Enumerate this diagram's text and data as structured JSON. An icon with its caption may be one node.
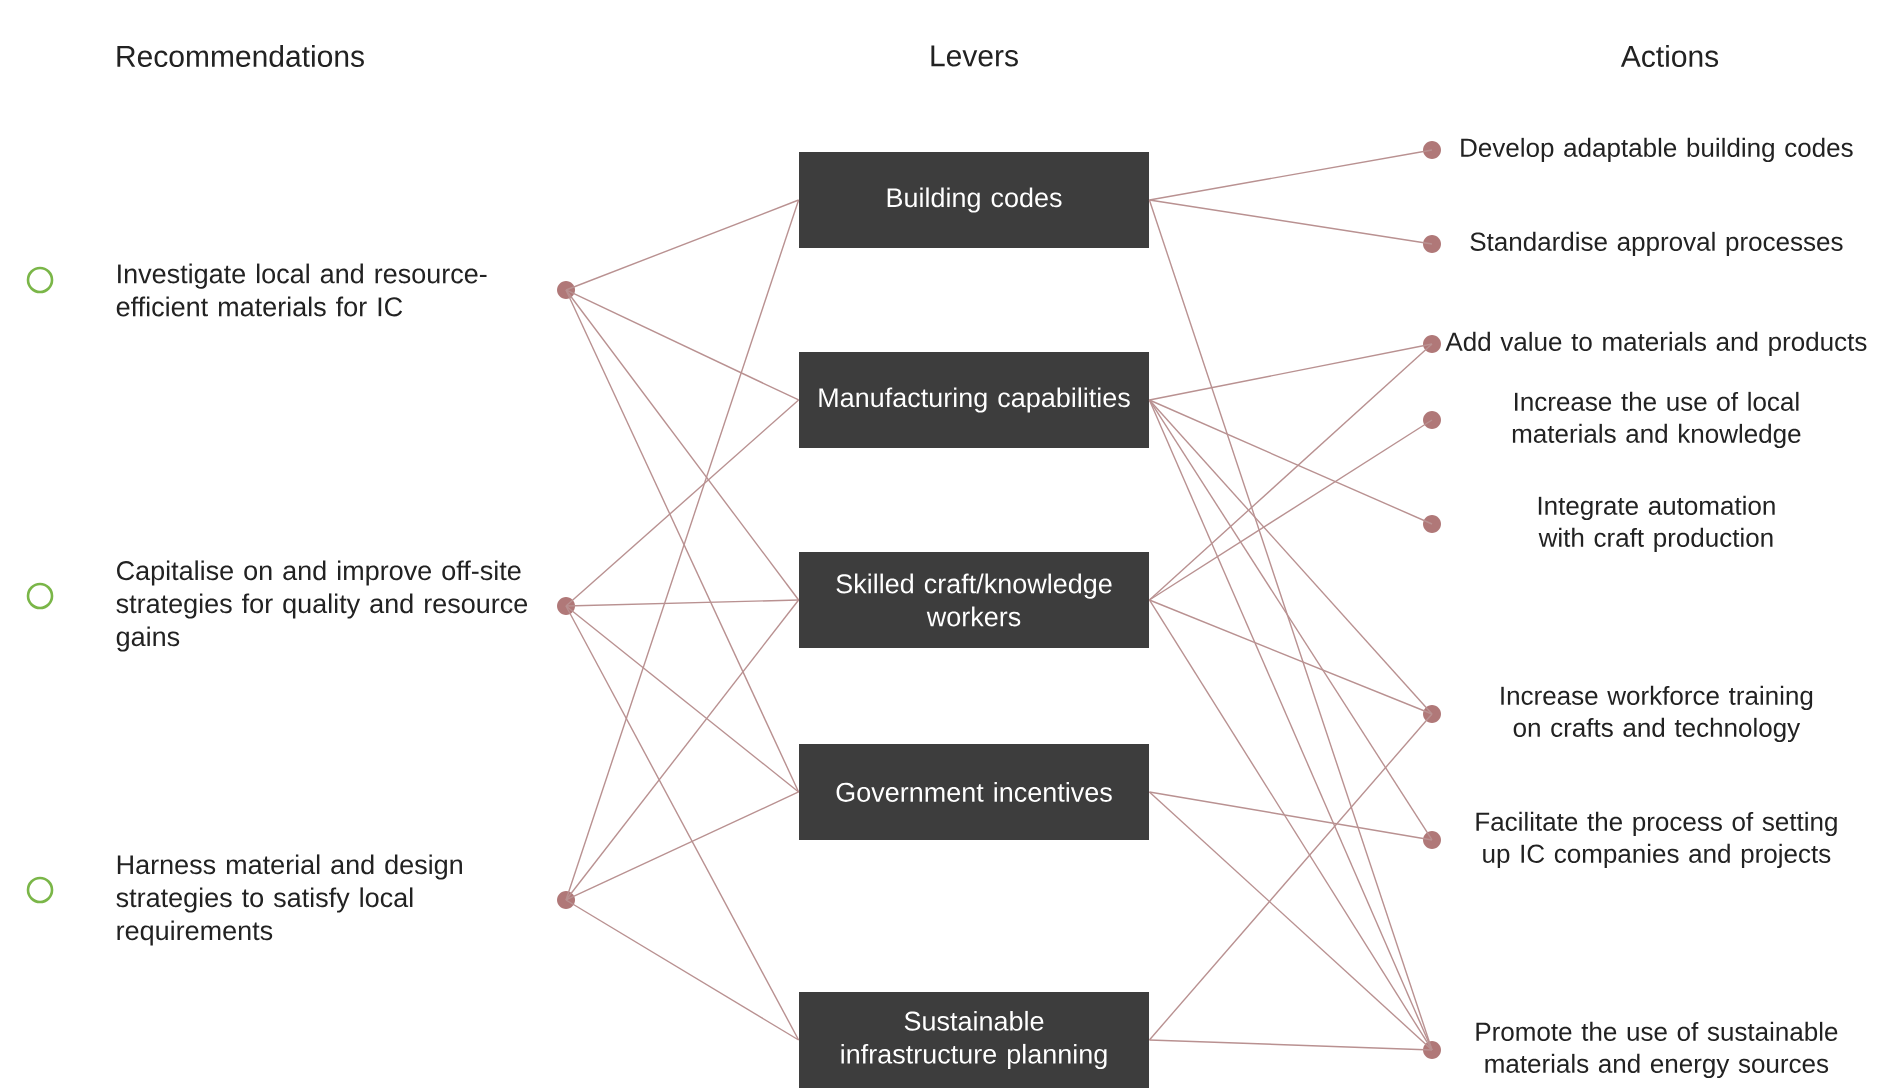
{
  "diagram": {
    "nodes": [
      {
        "text": [
          "Investigate local and resource-efficient materials for IC"
        ]
      },
      {
        "text": [
          "Capitalise on and improve off-site strategies for quality and resource gains"
        ]
      },
      {
        "text": [
          "Harness material and design strategies to satisfy local requirements"
        ]
      },
      {
        "text": [
          "Building codes"
        ]
      },
      {
        "text": [
          "Manufacturing capabilities"
        ]
      },
      {
        "text": [
          "Skilled craft/knowledge workers"
        ]
      },
      {
        "text": [
          "Government incentives"
        ]
      },
      {
        "text": [
          "Sustainable infrastructure planning"
        ]
      },
      {
        "text": [
          "Develop adaptable building codes"
        ]
      },
      {
        "text": [
          "Standardise approval processes"
        ]
      },
      {
        "text": [
          "Add value to materials and products"
        ]
      },
      {
        "text": [
          "Increase the use of local materials and knowledge"
        ]
      },
      {
        "text": [
          "Integrate automation with craft production"
        ]
      },
      {
        "text": [
          "Increase workforce training on crafts and technology"
        ]
      },
      {
        "text": [
          "Facilitate the process of setting up IC companies and projects"
        ]
      },
      {
        "text": [
          "Promote the use of sustainable materials and energy sources"
        ]
      }
    ],
    "edges": [
      {
        "from": 0,
        "to": 3,
        "arrow": "none"
      },
      {
        "from": 0,
        "to": 4,
        "arrow": "none"
      },
      {
        "from": 0,
        "to": 5,
        "arrow": "none"
      },
      {
        "from": 0,
        "to": 6,
        "arrow": "none"
      },
      {
        "from": 1,
        "to": 4,
        "arrow": "none"
      },
      {
        "from": 1,
        "to": 5,
        "arrow": "none"
      },
      {
        "from": 1,
        "to": 6,
        "arrow": "none"
      },
      {
        "from": 1,
        "to": 7,
        "arrow": "none"
      },
      {
        "from": 2,
        "to": 3,
        "arrow": "none"
      },
      {
        "from": 2,
        "to": 5,
        "arrow": "none"
      },
      {
        "from": 2,
        "to": 6,
        "arrow": "none"
      },
      {
        "from": 2,
        "to": 7,
        "arrow": "none"
      },
      {
        "from": 3,
        "to": 8,
        "arrow": "none"
      },
      {
        "from": 3,
        "to": 9,
        "arrow": "none"
      },
      {
        "from": 3,
        "to": 15,
        "arrow": "none"
      },
      {
        "from": 4,
        "to": 10,
        "arrow": "none"
      },
      {
        "from": 4,
        "to": 12,
        "arrow": "none"
      },
      {
        "from": 4,
        "to": 13,
        "arrow": "none"
      },
      {
        "from": 4,
        "to": 14,
        "arrow": "none"
      },
      {
        "from": 4,
        "to": 15,
        "arrow": "none"
      },
      {
        "from": 5,
        "to": 10,
        "arrow": "none"
      },
      {
        "from": 5,
        "to": 11,
        "arrow": "none"
      },
      {
        "from": 5,
        "to": 13,
        "arrow": "none"
      },
      {
        "from": 5,
        "to": 15,
        "arrow": "none"
      },
      {
        "from": 6,
        "to": 14,
        "arrow": "none"
      },
      {
        "from": 6,
        "to": 15,
        "arrow": "none"
      },
      {
        "from": 7,
        "to": 13,
        "arrow": "none"
      },
      {
        "from": 7,
        "to": 15,
        "arrow": "none"
      }
    ],
    "labels": [
      "Recommendations",
      "Levers",
      "Actions"
    ]
  }
}
